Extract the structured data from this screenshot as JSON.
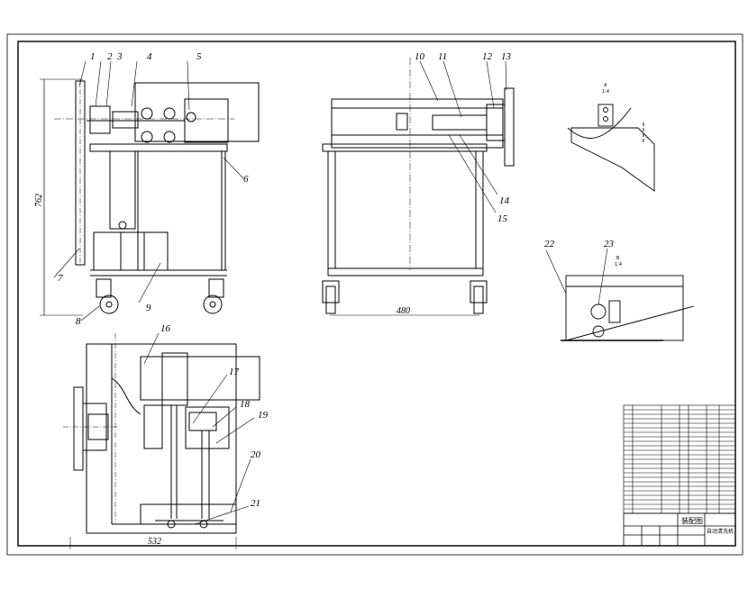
{
  "drawing": {
    "part_labels": [
      "1",
      "2",
      "3",
      "4",
      "5",
      "6",
      "7",
      "8",
      "9",
      "10",
      "11",
      "12",
      "13",
      "14",
      "15",
      "16",
      "17",
      "18",
      "19",
      "20",
      "21",
      "22",
      "23"
    ],
    "dimensions": {
      "height": "762",
      "wheelbase": "480",
      "width": "532"
    },
    "section_marks": {
      "detail_a": "A",
      "detail_a_scale": "1:4",
      "detail_b": "B",
      "detail_b_scale": "1:4"
    },
    "title_block": {
      "drawing_title": "装配图",
      "product_name": "自动清洗机"
    }
  }
}
